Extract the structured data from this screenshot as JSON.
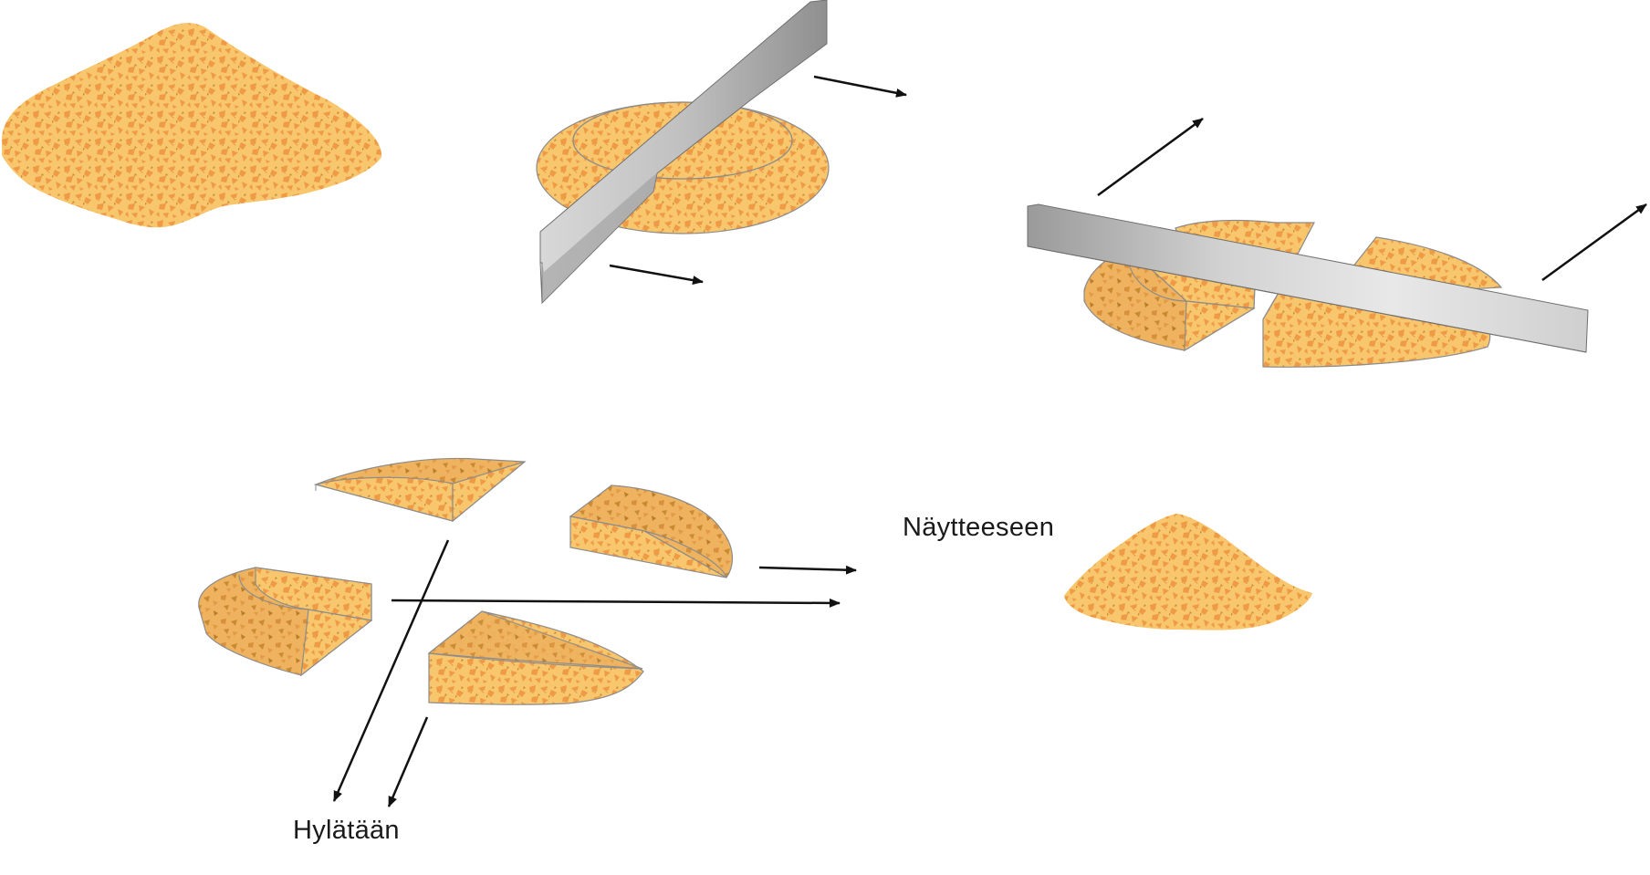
{
  "labels": {
    "sample": "Näytteeseen",
    "discard": "Hylätään"
  },
  "colors": {
    "sample_base": "#f8c66c",
    "sample_fleck": "#ef9a45",
    "sample_dark": "#c98a32",
    "outline": "#8c8c8c",
    "blade_light": "#e6e6e6",
    "blade_dark": "#9a9a9a",
    "arrow": "#111111",
    "label_text": "#1a1a1a"
  },
  "diagram": {
    "steps": [
      "cone-pile",
      "flatten-and-cut-first",
      "cut-into-quarters",
      "separate-opposite-quarters"
    ]
  }
}
